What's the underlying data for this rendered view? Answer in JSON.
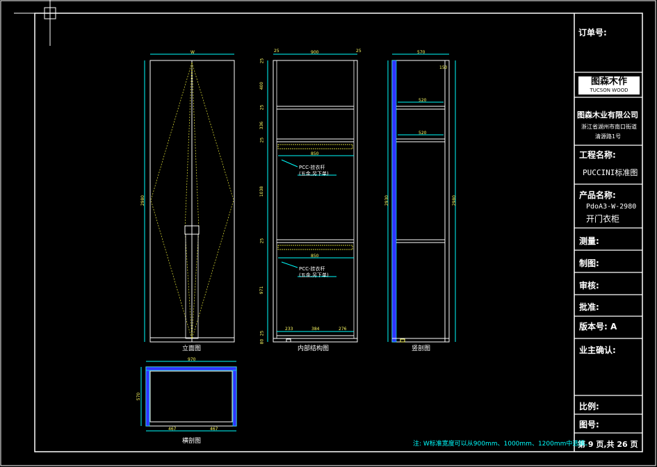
{
  "title_block": {
    "order_no": "订单号:",
    "logo_main": "图森木作",
    "logo_sub": "TUCSON WOOD",
    "company": "图森木业有限公司",
    "address_line1": "浙江省湖州市南口街道",
    "address_line2": "清源路1号",
    "project_label": "工程名称:",
    "project_value": "PUCCINI标准图",
    "product_label": "产品名称:",
    "product_code": "PdoA3-W-2980",
    "product_name": "开门衣柜",
    "measure": "测量:",
    "draw": "制图:",
    "review": "审核:",
    "approve": "批准:",
    "version": "版本号: A",
    "owner_confirm": "业主确认:",
    "scale": "比例:",
    "drawing_no": "图号:",
    "page": "第 9 页,共 26 页"
  },
  "views": {
    "elevation": "立面图",
    "interior": "内部结构图",
    "vertical_section": "竖剖图",
    "cross_section": "横剖图"
  },
  "annotations": {
    "rod1_line1": "PCC-挂衣杆",
    "rod1_line2": "(五金,另下单)",
    "rod2_line1": "PCC-挂衣杆",
    "rod2_line2": "(五金,另下单)"
  },
  "dimensions": {
    "elev_width": "W",
    "elev_height": "2980",
    "int_top": "25",
    "int_top_w": "900",
    "int_top_r": "25",
    "int_d1": "25",
    "int_d2": "400",
    "int_d3": "25",
    "int_d4": "336",
    "int_d5": "25",
    "int_d6": "1038",
    "int_d7": "25",
    "int_d8": "971",
    "int_d9": "25",
    "int_d10": "80",
    "int_rod1": "850",
    "int_rod2": "850",
    "int_bot1": "233",
    "int_bot2": "384",
    "int_bot3": "276",
    "sec_top": "570",
    "sec_150": "150",
    "sec_shelf1": "520",
    "sec_shelf2": "520",
    "sec_h1": "2930",
    "sec_h2": "2980",
    "cross_w": "970",
    "cross_d": "570",
    "cross_b1": "467",
    "cross_b2": "467"
  },
  "note": "注: W标准宽度可以从900mm、1000mm、1200mm中选择。",
  "colors": {
    "frame": "#ffffff",
    "dim": "#00ffff",
    "door": "#ffff66",
    "edge": "#3333ff"
  }
}
